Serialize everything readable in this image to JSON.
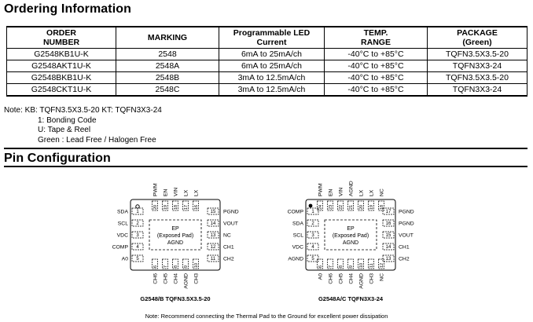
{
  "ordering": {
    "title": "Ordering Information",
    "headers": [
      [
        "ORDER",
        "NUMBER"
      ],
      [
        "MARKING"
      ],
      [
        "Programmable LED",
        "Current"
      ],
      [
        "TEMP.",
        "RANGE"
      ],
      [
        "PACKAGE",
        "(Green)"
      ]
    ],
    "rows": [
      [
        "G2548KB1U-K",
        "2548",
        "6mA to 25mA/ch",
        "-40°C to +85°C",
        "TQFN3.5X3.5-20"
      ],
      [
        "G2548AKT1U-K",
        "2548A",
        "6mA to 25mA/ch",
        "-40°C to +85°C",
        "TQFN3X3-24"
      ],
      [
        "G2548BKB1U-K",
        "2548B",
        "3mA to 12.5mA/ch",
        "-40°C to +85°C",
        "TQFN3.5X3.5-20"
      ],
      [
        "G2548CKT1U-K",
        "2548C",
        "3mA to 12.5mA/ch",
        "-40°C to +85°C",
        "TQFN3X3-24"
      ]
    ],
    "notes": [
      "Note: KB: TQFN3.5X3.5-20   KT: TQFN3X3-24",
      "1: Bonding Code",
      "U: Tape & Reel",
      "Green : Lead Free / Halogen Free"
    ]
  },
  "pin_config": {
    "title": "Pin Configuration",
    "pkg1": {
      "caption": "G2548/B TQFN3.5X3.5-20",
      "top": [
        {
          "num": "20",
          "name": "PWM"
        },
        {
          "num": "19",
          "name": "EN"
        },
        {
          "num": "18",
          "name": "VIN"
        },
        {
          "num": "17",
          "name": "LX"
        },
        {
          "num": "16",
          "name": "LX"
        }
      ],
      "left": [
        {
          "num": "1",
          "name": "SDA"
        },
        {
          "num": "2",
          "name": "SCL"
        },
        {
          "num": "3",
          "name": "VDC"
        },
        {
          "num": "4",
          "name": "COMP"
        },
        {
          "num": "5",
          "name": "A0"
        }
      ],
      "right": [
        {
          "num": "15",
          "name": "PGND"
        },
        {
          "num": "14",
          "name": "VOUT"
        },
        {
          "num": "13",
          "name": "NC"
        },
        {
          "num": "12",
          "name": "CH1"
        },
        {
          "num": "11",
          "name": "CH2"
        }
      ],
      "bottom": [
        {
          "num": "6",
          "name": "CH6"
        },
        {
          "num": "7",
          "name": "CH5"
        },
        {
          "num": "8",
          "name": "CH4"
        },
        {
          "num": "9",
          "name": "AGND"
        },
        {
          "num": "10",
          "name": "CH3"
        }
      ],
      "ep": [
        "EP",
        "(Exposed Pad)",
        "AGND"
      ]
    },
    "pkg2": {
      "caption": "G2548A/C TQFN3X3-24",
      "top": [
        {
          "num": "24",
          "name": "PWM"
        },
        {
          "num": "23",
          "name": "EN"
        },
        {
          "num": "22",
          "name": "VIN"
        },
        {
          "num": "21",
          "name": "AGND"
        },
        {
          "num": "20",
          "name": "LX"
        },
        {
          "num": "19",
          "name": "LX"
        },
        {
          "num": "18",
          "name": "NC"
        }
      ],
      "left": [
        {
          "num": "1",
          "name": "COMP"
        },
        {
          "num": "2",
          "name": "SDA"
        },
        {
          "num": "3",
          "name": "SCL"
        },
        {
          "num": "4",
          "name": "VDC"
        },
        {
          "num": "5",
          "name": "AGND"
        }
      ],
      "right": [
        {
          "num": "17",
          "name": "PGND"
        },
        {
          "num": "16",
          "name": "PGND"
        },
        {
          "num": "15",
          "name": "VOUT"
        },
        {
          "num": "14",
          "name": "CH1"
        },
        {
          "num": "13",
          "name": "CH2"
        }
      ],
      "bottom": [
        {
          "num": "6",
          "name": "A0"
        },
        {
          "num": "7",
          "name": "CH6"
        },
        {
          "num": "8",
          "name": "CH5"
        },
        {
          "num": "9",
          "name": "CH4"
        },
        {
          "num": "10",
          "name": "AGND"
        },
        {
          "num": "11",
          "name": "CH3"
        },
        {
          "num": "12",
          "name": "NC"
        }
      ],
      "ep": [
        "EP",
        "(Exposed Pad)",
        "AGND"
      ]
    },
    "footnote": "Note: Recommend connecting the Thermal Pad to the Ground for excellent power dissipation"
  }
}
